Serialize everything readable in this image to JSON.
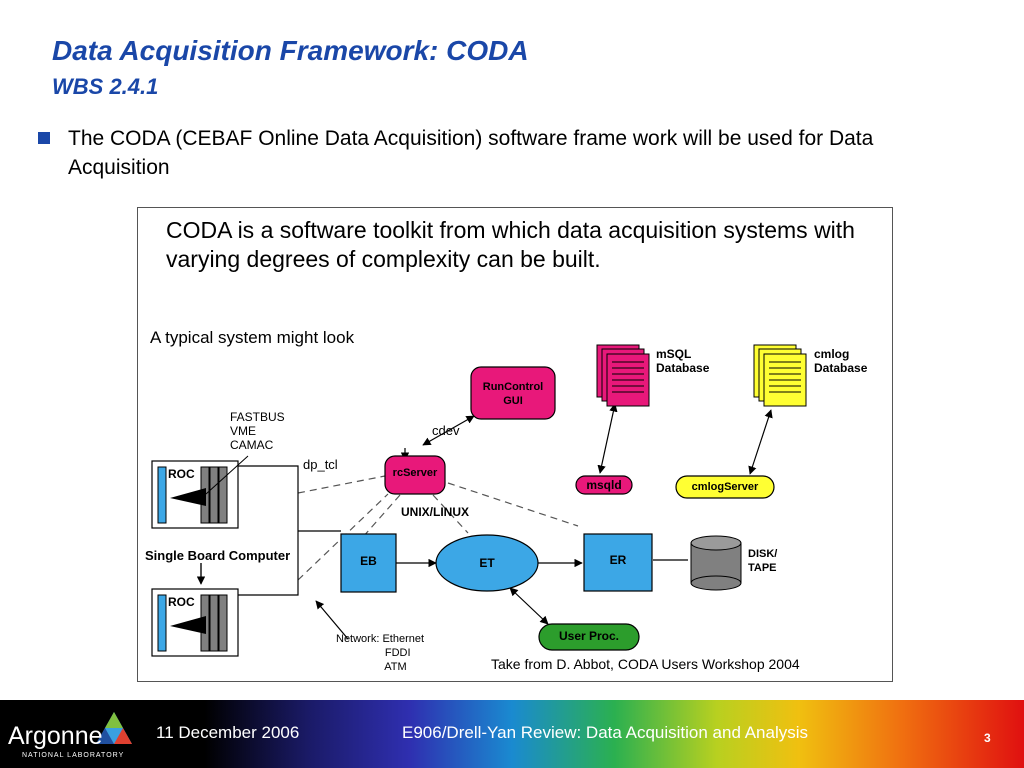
{
  "slide": {
    "title": "Data Acquisition Framework:  CODA",
    "subtitle": "WBS 2.4.1",
    "bullet": "The CODA (CEBAF Online Data Acquisition) software frame work will be used for Data Acquisition"
  },
  "diagram": {
    "headline": "CODA is a software toolkit from which data acquisition systems with varying degrees of complexity can be built.",
    "typical": "A typical system might look",
    "labels": {
      "buses": "FASTBUS\nVME\nCAMAC",
      "dp_tcl": "dp_tcl",
      "cdev": "cdev",
      "unix": "UNIX/LINUX",
      "sbc": "Single Board Computer",
      "network": "Network: Ethernet\n                FDDI\n                ATM",
      "msql_db": "mSQL\nDatabase",
      "cmlog_db": "cmlog\nDatabase",
      "disk": "DISK/\nTAPE"
    },
    "nodes": {
      "roc1": "ROC",
      "roc2": "ROC",
      "runcontrol": "RunControl\nGUI",
      "rcserver": "rcServer",
      "msqld": "msqld",
      "cmlogserver": "cmlogServer",
      "eb": "EB",
      "et": "ET",
      "er": "ER",
      "userproc": "User Proc."
    },
    "credit": "Take from D. Abbot, CODA Users Workshop 2004",
    "colors": {
      "pink": "#e8187a",
      "yellow": "#ffff33",
      "blue": "#3ca7e6",
      "green": "#2c9d2c",
      "gray": "#808080"
    }
  },
  "footer": {
    "logo": "Argonne",
    "logo_sub": "NATIONAL LABORATORY",
    "date": "11 December 2006",
    "title": "E906/Drell-Yan Review:  Data Acquisition and Analysis",
    "page": "3"
  }
}
